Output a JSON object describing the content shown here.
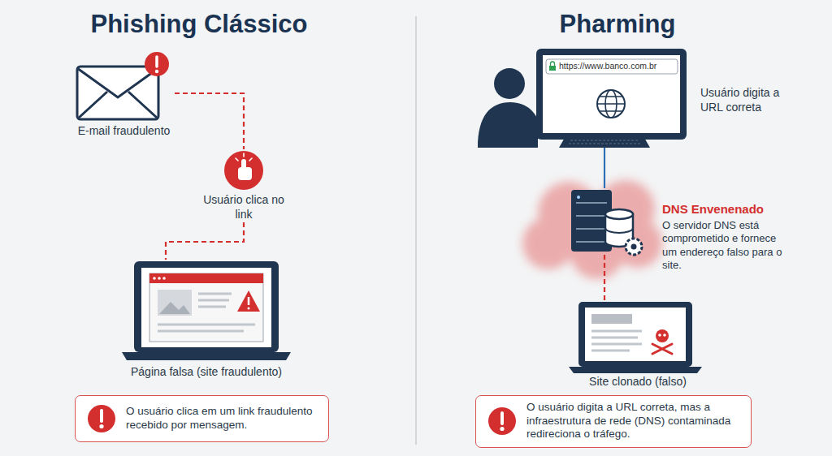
{
  "diagram": {
    "nodes": [
      {
        "text": [
          "E-mail fraudulento"
        ]
      },
      {
        "text": [
          "Usuário clica no link"
        ]
      },
      {
        "text": [
          "Página falsa (site fraudulento)"
        ]
      },
      {
        "text": [
          "O usuário clica em um link fraudulento recebido por mensagem."
        ]
      },
      {
        "text": [
          "https://www.banco.com.br",
          "Usuário digita a URL correta"
        ]
      },
      {
        "text": [
          "DNS Envenenado",
          "O servidor DNS está comprometido e fornece um endereço falso para o site."
        ]
      },
      {
        "text": [
          "Site clonado (falso)"
        ]
      },
      {
        "text": [
          "O usuário digita a URL correta, mas a infraestrutura de rede (DNS) contaminada redireciona o tráfego."
        ]
      }
    ],
    "edges": [
      {
        "from": 0,
        "to": 1,
        "arrow": "none"
      },
      {
        "from": 1,
        "to": 2,
        "arrow": "none"
      },
      {
        "from": 4,
        "to": 5,
        "arrow": "none"
      },
      {
        "from": 5,
        "to": 6,
        "arrow": "none"
      }
    ],
    "labels": [
      "Phishing Clássico",
      "Pharming"
    ]
  }
}
